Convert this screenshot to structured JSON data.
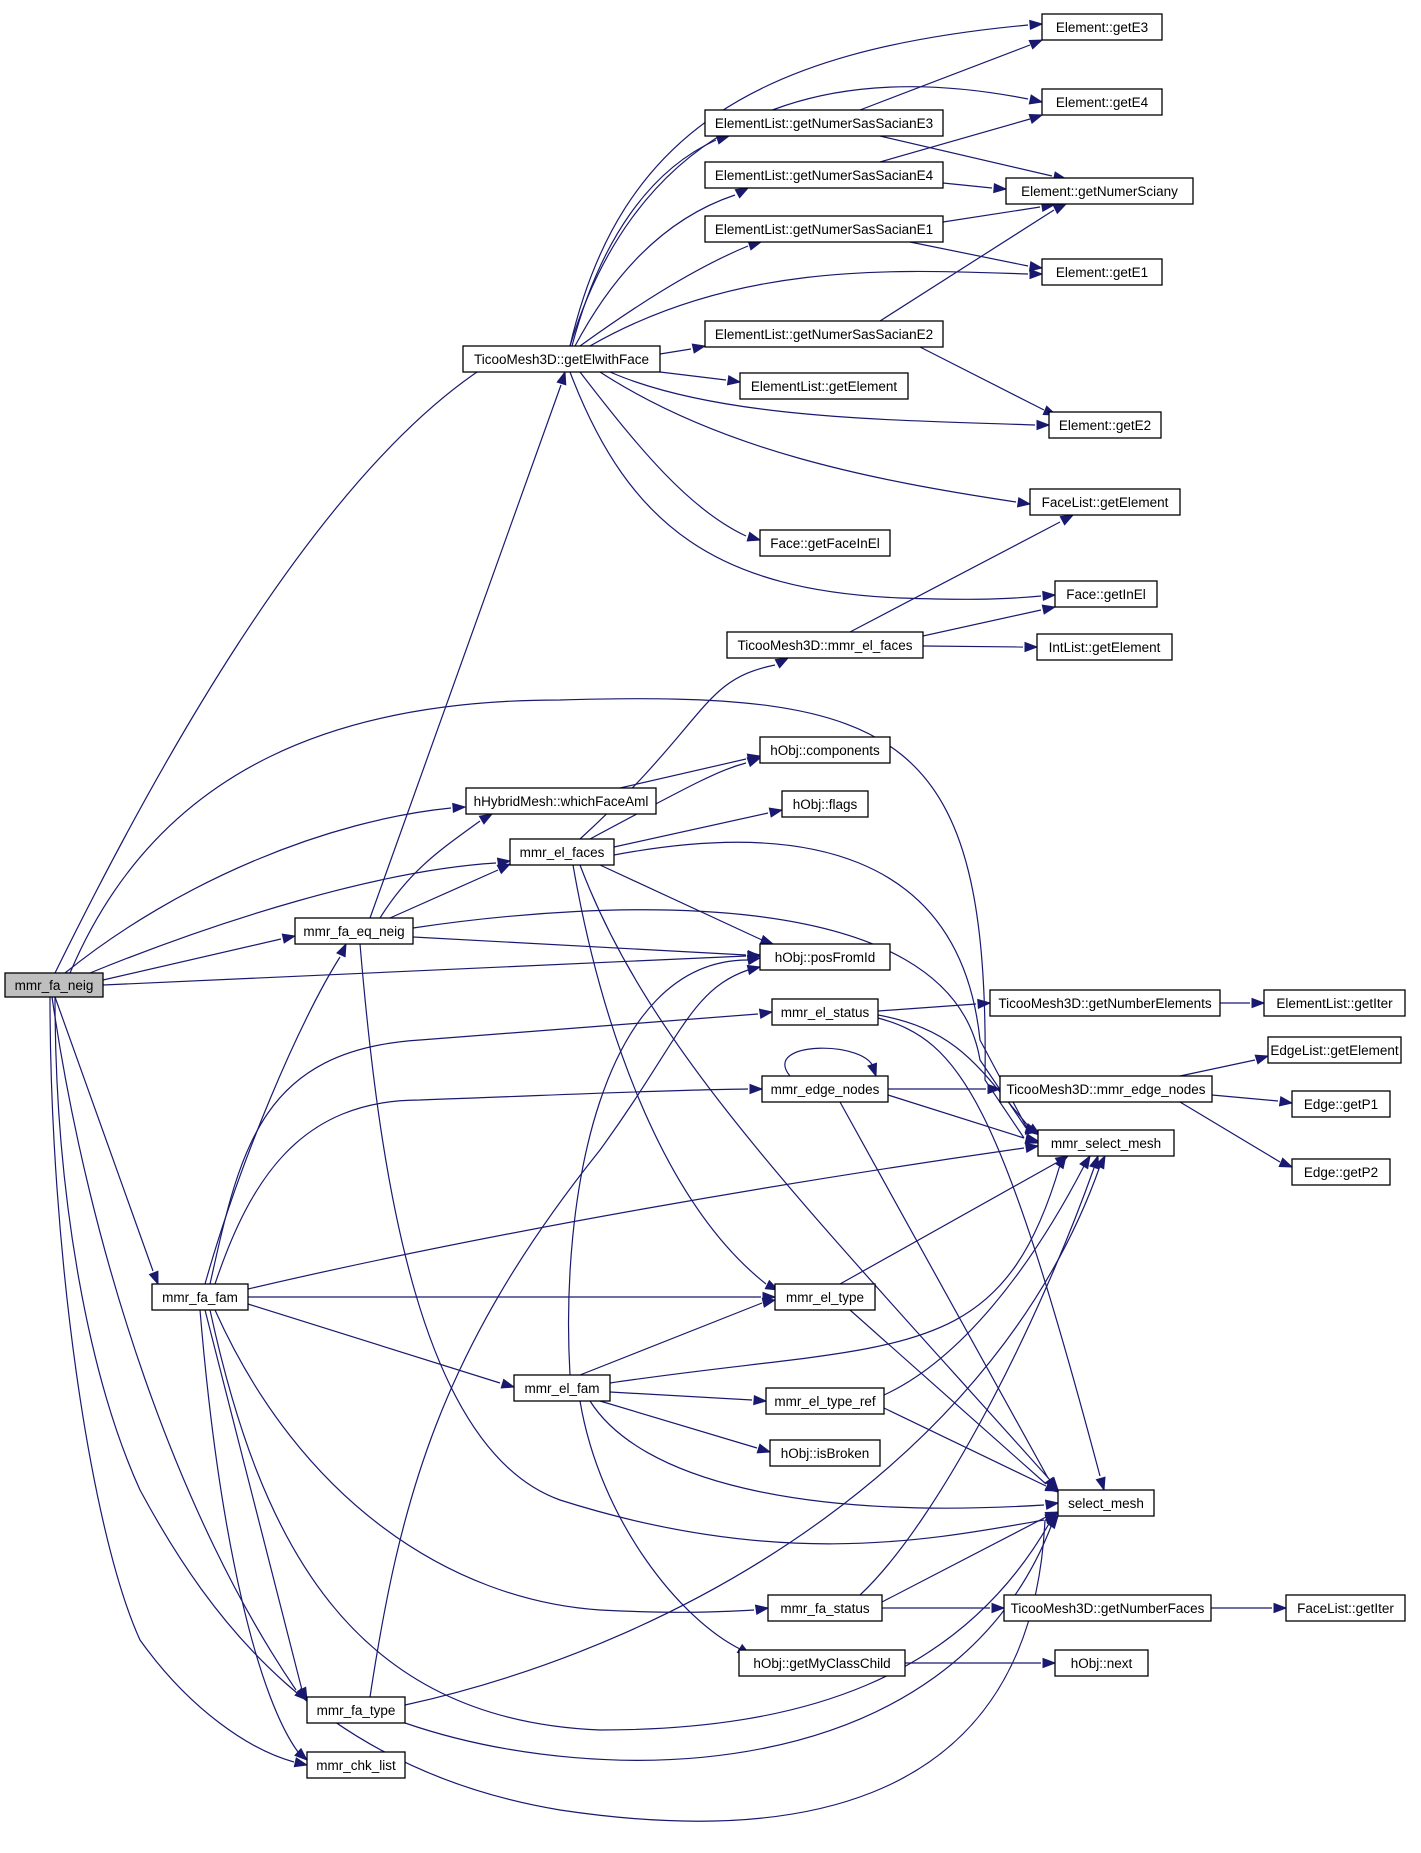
{
  "diagram": {
    "root": "mmr_fa_neig",
    "colors": {
      "edge": "#191970",
      "root_fill": "#bfbfbf",
      "node_fill": "#ffffff",
      "node_border": "#000000"
    },
    "nodes": [
      {
        "id": "n_fa_neig",
        "label": "mmr_fa_neig"
      },
      {
        "id": "n_getElwithFace",
        "label": "TicooMesh3D::getElwithFace"
      },
      {
        "id": "n_getE3",
        "label": "Element::getE3"
      },
      {
        "id": "n_getE4",
        "label": "Element::getE4"
      },
      {
        "id": "n_gnE3",
        "label": "ElementList::getNumerSasSacianE3"
      },
      {
        "id": "n_gnE4",
        "label": "ElementList::getNumerSasSacianE4"
      },
      {
        "id": "n_getNumerSciany",
        "label": "Element::getNumerSciany"
      },
      {
        "id": "n_gnE1",
        "label": "ElementList::getNumerSasSacianE1"
      },
      {
        "id": "n_getE1",
        "label": "Element::getE1"
      },
      {
        "id": "n_gnE2",
        "label": "ElementList::getNumerSasSacianE2"
      },
      {
        "id": "n_elGetElement",
        "label": "ElementList::getElement"
      },
      {
        "id": "n_getE2",
        "label": "Element::getE2"
      },
      {
        "id": "n_faceListGetElement",
        "label": "FaceList::getElement"
      },
      {
        "id": "n_getFaceInEl",
        "label": "Face::getFaceInEl"
      },
      {
        "id": "n_getInEl",
        "label": "Face::getInEl"
      },
      {
        "id": "n_mmrElFacesT",
        "label": "TicooMesh3D::mmr_el_faces"
      },
      {
        "id": "n_intListGetElement",
        "label": "IntList::getElement"
      },
      {
        "id": "n_components",
        "label": "hObj::components"
      },
      {
        "id": "n_whichFaceAml",
        "label": "hHybridMesh::whichFaceAml"
      },
      {
        "id": "n_flags",
        "label": "hObj::flags"
      },
      {
        "id": "n_el_faces",
        "label": "mmr_el_faces"
      },
      {
        "id": "n_fa_eq_neig",
        "label": "mmr_fa_eq_neig"
      },
      {
        "id": "n_posFromId",
        "label": "hObj::posFromId"
      },
      {
        "id": "n_el_status",
        "label": "mmr_el_status"
      },
      {
        "id": "n_getNumberElements",
        "label": "TicooMesh3D::getNumberElements"
      },
      {
        "id": "n_elGetIter",
        "label": "ElementList::getIter"
      },
      {
        "id": "n_edgeListGetElement",
        "label": "EdgeList::getElement"
      },
      {
        "id": "n_edge_nodes",
        "label": "mmr_edge_nodes"
      },
      {
        "id": "n_edgeNodesT",
        "label": "TicooMesh3D::mmr_edge_nodes"
      },
      {
        "id": "n_getP1",
        "label": "Edge::getP1"
      },
      {
        "id": "n_select_mesh_mmr",
        "label": "mmr_select_mesh"
      },
      {
        "id": "n_getP2",
        "label": "Edge::getP2"
      },
      {
        "id": "n_fa_fam",
        "label": "mmr_fa_fam"
      },
      {
        "id": "n_el_type",
        "label": "mmr_el_type"
      },
      {
        "id": "n_el_fam",
        "label": "mmr_el_fam"
      },
      {
        "id": "n_el_type_ref",
        "label": "mmr_el_type_ref"
      },
      {
        "id": "n_isBroken",
        "label": "hObj::isBroken"
      },
      {
        "id": "n_select_mesh",
        "label": "select_mesh"
      },
      {
        "id": "n_fa_status",
        "label": "mmr_fa_status"
      },
      {
        "id": "n_getNumberFaces",
        "label": "TicooMesh3D::getNumberFaces"
      },
      {
        "id": "n_faceListGetIter",
        "label": "FaceList::getIter"
      },
      {
        "id": "n_getMyClassChild",
        "label": "hObj::getMyClassChild"
      },
      {
        "id": "n_next",
        "label": "hObj::next"
      },
      {
        "id": "n_fa_type",
        "label": "mmr_fa_type"
      },
      {
        "id": "n_chk_list",
        "label": "mmr_chk_list"
      }
    ]
  }
}
